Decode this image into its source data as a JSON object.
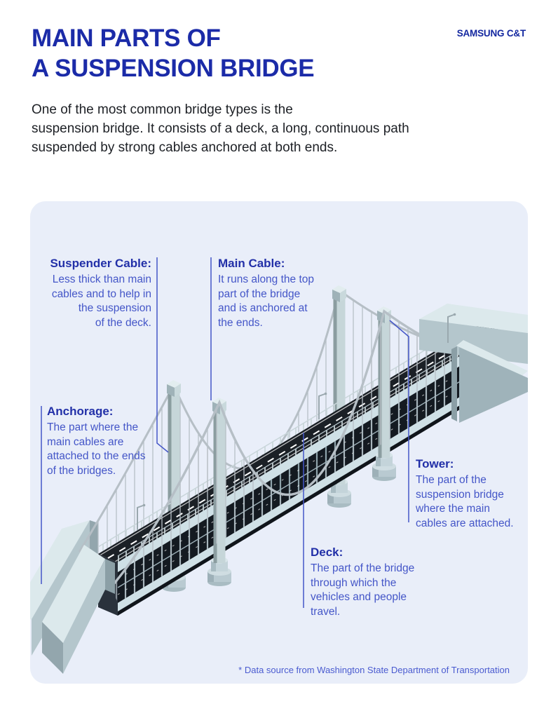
{
  "header": {
    "title_lines": [
      "MAIN PARTS OF",
      "A SUSPENSION BRIDGE"
    ],
    "logo": "SAMSUNG C&T"
  },
  "intro": {
    "lines": [
      "One of the most common bridge types is the",
      "suspension bridge. It consists of a deck, a long, continuous path",
      "suspended by strong cables anchored at both ends."
    ]
  },
  "diagram": {
    "labels": {
      "suspender_cable": {
        "title": "Suspender Cable:",
        "body_lines": [
          "Less thick than main",
          "cables and to help in",
          "the suspension",
          "of the deck."
        ]
      },
      "main_cable": {
        "title": "Main Cable:",
        "body_lines": [
          "It runs along the top",
          "part of the bridge",
          "and is anchored at",
          "the ends."
        ]
      },
      "anchorage": {
        "title": "Anchorage:",
        "body_lines": [
          "The part where the",
          "main cables are",
          "attached to the ends",
          "of the bridges."
        ]
      },
      "tower": {
        "title": "Tower:",
        "body_lines": [
          "The part of the",
          "suspension bridge",
          "where the main",
          "cables are attached."
        ]
      },
      "deck": {
        "title": "Deck:",
        "body_lines": [
          "The part of the bridge",
          "through which the",
          "vehicles and people",
          "travel."
        ]
      }
    },
    "parts": [
      "Suspender Cable",
      "Main Cable",
      "Anchorage",
      "Tower",
      "Deck"
    ],
    "footnote": "* Data source from Washington State Department of Transportation"
  },
  "colors": {
    "title_blue": "#1b2ba8",
    "logo_blue": "#1428a0",
    "label_heading_blue": "#2230a8",
    "label_body_blue": "#4456c8",
    "leader_line_blue": "#4456c8",
    "card_background": "#e9eef9",
    "intro_text": "#1d2025",
    "bridge_light": "#dce9ec",
    "bridge_mid": "#b4c6cc",
    "bridge_dark": "#93a6ad",
    "road_dark": "#1b2026",
    "cable_gray": "#b6bfc6"
  }
}
